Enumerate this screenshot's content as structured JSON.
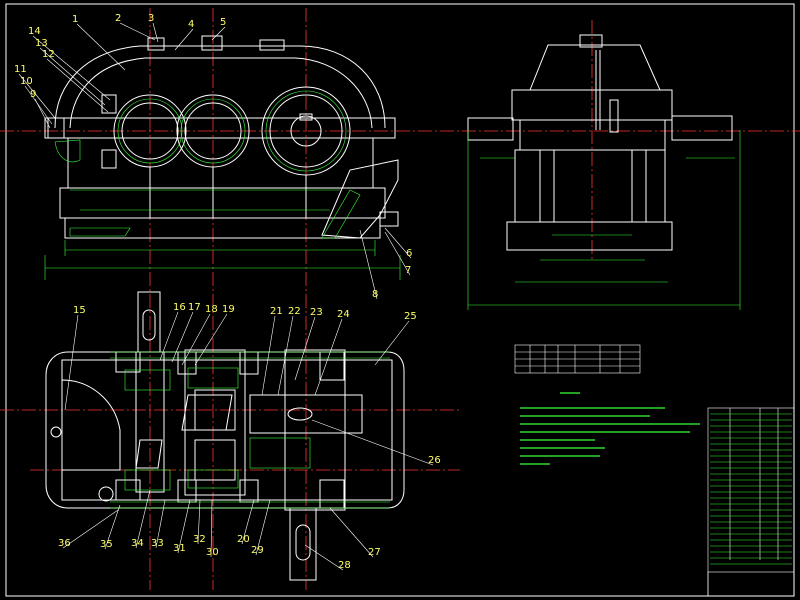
{
  "colors": {
    "background": "#000000",
    "outline": "#ffffff",
    "centerline": "#ff3333",
    "dimension": "#39ff39",
    "hatch": "#39ff39",
    "leader": "#ffffff",
    "part_number": "#ffff66"
  },
  "part_numbers_top_left": [
    "14",
    "13",
    "12",
    "11",
    "10",
    "9",
    "1",
    "2",
    "3",
    "4",
    "5",
    "6",
    "7",
    "8"
  ],
  "part_numbers_plan": [
    "15",
    "16",
    "17",
    "18",
    "19",
    "21",
    "22",
    "23",
    "24",
    "25",
    "26",
    "27",
    "28",
    "29",
    "20",
    "30",
    "31",
    "32",
    "33",
    "34",
    "35",
    "36"
  ]
}
